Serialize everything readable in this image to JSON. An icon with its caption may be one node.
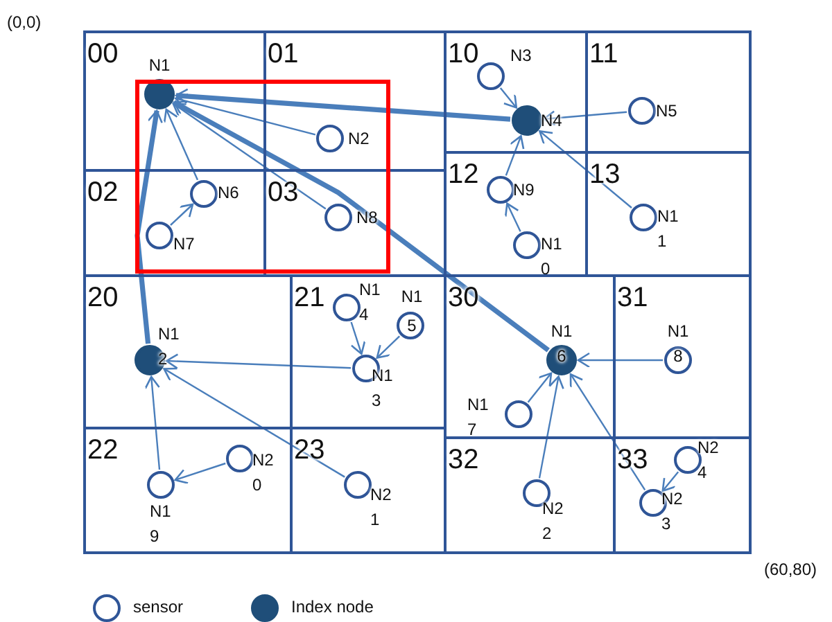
{
  "diagram": {
    "nodes": [
      {
        "text": [
          "00"
        ]
      },
      {
        "text": [
          "01"
        ]
      },
      {
        "text": [
          "02"
        ]
      },
      {
        "text": [
          "03"
        ]
      },
      {
        "text": [
          "10"
        ]
      },
      {
        "text": [
          "11"
        ]
      },
      {
        "text": [
          "12"
        ]
      },
      {
        "text": [
          "13"
        ]
      },
      {
        "text": [
          "20"
        ]
      },
      {
        "text": [
          "21"
        ]
      },
      {
        "text": [
          "22"
        ]
      },
      {
        "text": [
          "23"
        ]
      },
      {
        "text": [
          "30"
        ]
      },
      {
        "text": [
          "31"
        ]
      },
      {
        "text": [
          "32"
        ]
      },
      {
        "text": [
          "33"
        ]
      },
      {
        "text": [
          "N1"
        ],
        "in": 0
      },
      {
        "text": [
          "N2"
        ],
        "in": 1
      },
      {
        "text": [
          "N3"
        ],
        "in": 4
      },
      {
        "text": [
          "N4"
        ],
        "in": 4
      },
      {
        "text": [
          "N5"
        ],
        "in": 5
      },
      {
        "text": [
          "N6"
        ],
        "in": 2
      },
      {
        "text": [
          "N7"
        ],
        "in": 2
      },
      {
        "text": [
          "N8"
        ],
        "in": 3
      },
      {
        "text": [
          "N9"
        ],
        "in": 6
      },
      {
        "text": [
          "N10"
        ],
        "in": 6
      },
      {
        "text": [
          "N11"
        ],
        "in": 7
      },
      {
        "text": [
          "N12"
        ],
        "in": 8
      },
      {
        "text": [
          "N13"
        ],
        "in": 9
      },
      {
        "text": [
          "N14"
        ],
        "in": 9
      },
      {
        "text": [
          "N15"
        ],
        "in": 9
      },
      {
        "text": [
          "N16"
        ],
        "in": 12
      },
      {
        "text": [
          "N17"
        ],
        "in": 12
      },
      {
        "text": [
          "N18"
        ],
        "in": 13
      },
      {
        "text": [
          "N19"
        ],
        "in": 10
      },
      {
        "text": [
          "N20"
        ],
        "in": 10
      },
      {
        "text": [
          "N21"
        ],
        "in": 11
      },
      {
        "text": [
          "N22"
        ],
        "in": 14
      },
      {
        "text": [
          "N23"
        ],
        "in": 15
      },
      {
        "text": [
          "N24"
        ],
        "in": 15
      }
    ],
    "edges": [
      {
        "from": 17,
        "to": 16,
        "arrow": "to"
      },
      {
        "from": 19,
        "to": 16,
        "arrow": "to",
        "style": "thick"
      },
      {
        "from": 21,
        "to": 16,
        "arrow": "to"
      },
      {
        "from": 22,
        "to": 21,
        "arrow": "to"
      },
      {
        "from": 23,
        "to": 16,
        "arrow": "to"
      },
      {
        "from": 31,
        "to": 16,
        "arrow": "to",
        "style": "thick"
      },
      {
        "from": 27,
        "to": 16,
        "arrow": "to",
        "style": "thick"
      },
      {
        "from": 18,
        "to": 19,
        "arrow": "to"
      },
      {
        "from": 20,
        "to": 19,
        "arrow": "to"
      },
      {
        "from": 24,
        "to": 19,
        "arrow": "to"
      },
      {
        "from": 25,
        "to": 24,
        "arrow": "to"
      },
      {
        "from": 26,
        "to": 19,
        "arrow": "to"
      },
      {
        "from": 28,
        "to": 27,
        "arrow": "to"
      },
      {
        "from": 29,
        "to": 28,
        "arrow": "to"
      },
      {
        "from": 30,
        "to": 28,
        "arrow": "to"
      },
      {
        "from": 34,
        "to": 27,
        "arrow": "to"
      },
      {
        "from": 35,
        "to": 34,
        "arrow": "to"
      },
      {
        "from": 36,
        "to": 27,
        "arrow": "to"
      },
      {
        "from": 32,
        "to": 31,
        "arrow": "to"
      },
      {
        "from": 33,
        "to": 31,
        "arrow": "to"
      },
      {
        "from": 37,
        "to": 31,
        "arrow": "to"
      },
      {
        "from": 38,
        "to": 31,
        "arrow": "to"
      },
      {
        "from": 39,
        "to": 38,
        "arrow": "to"
      }
    ],
    "labels": [
      "(0,0)",
      "(60,80)"
    ],
    "legend": [
      {
        "text": "sensor"
      },
      {
        "text": "Index node",
        "color": "#1f4e79"
      }
    ]
  }
}
